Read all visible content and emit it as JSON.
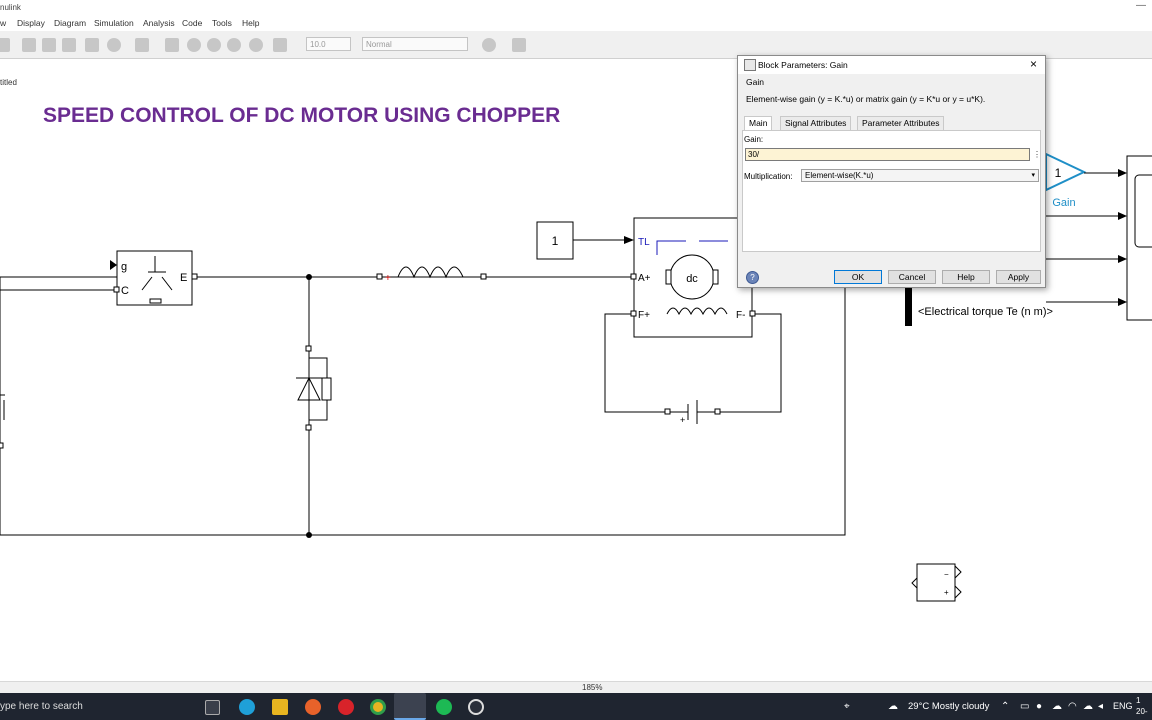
{
  "app": {
    "title": "nulink",
    "title_right": "—"
  },
  "menu": [
    "w",
    "Display",
    "Diagram",
    "Simulation",
    "Analysis",
    "Code",
    "Tools",
    "Help"
  ],
  "toolbar": {
    "stop_time": "10.0",
    "sim_mode": "Normal"
  },
  "model_tab": "titled",
  "diagram": {
    "title": "SPEED CONTROL OF DC MOTOR USING CHOPPER",
    "constant_value": "1",
    "gain_value": "1",
    "gain_label": "Gain",
    "igbt_g": "g",
    "igbt_c": "C",
    "igbt_e": "E",
    "motor_label": "dc",
    "port_tl": "TL",
    "port_aplus": "A+",
    "port_fplus": "F+",
    "port_fminus": "F-",
    "battery_plus": "+",
    "plus_marker": "+",
    "signal_label": "<Electrical torque Te (n m)>",
    "sum_minus": "−",
    "sum_plus": "+",
    "title_color": "#6a2c91",
    "gain_color": "#1f8fc7"
  },
  "status": {
    "zoom": "185%"
  },
  "taskbar": {
    "search": "ype here to search",
    "weather": "29°C  Mostly cloudy",
    "lang": "ENG",
    "time": "1",
    "date": "20-"
  },
  "dialog": {
    "title": "Block Parameters: Gain",
    "close": "×",
    "section": "Gain",
    "description": "Element-wise gain (y = K.*u) or matrix gain (y = K*u or y = u*K).",
    "tabs": [
      {
        "label": "Main"
      },
      {
        "label": "Signal Attributes"
      },
      {
        "label": "Parameter Attributes"
      }
    ],
    "gain_label": "Gain:",
    "gain_value": "30/",
    "gain_more": "⋮",
    "mult_label": "Multiplication:",
    "mult_value": "Element-wise(K.*u)",
    "mult_arrow": "▾",
    "help_glyph": "?",
    "buttons": {
      "ok": "OK",
      "cancel": "Cancel",
      "help": "Help",
      "apply": "Apply"
    }
  }
}
